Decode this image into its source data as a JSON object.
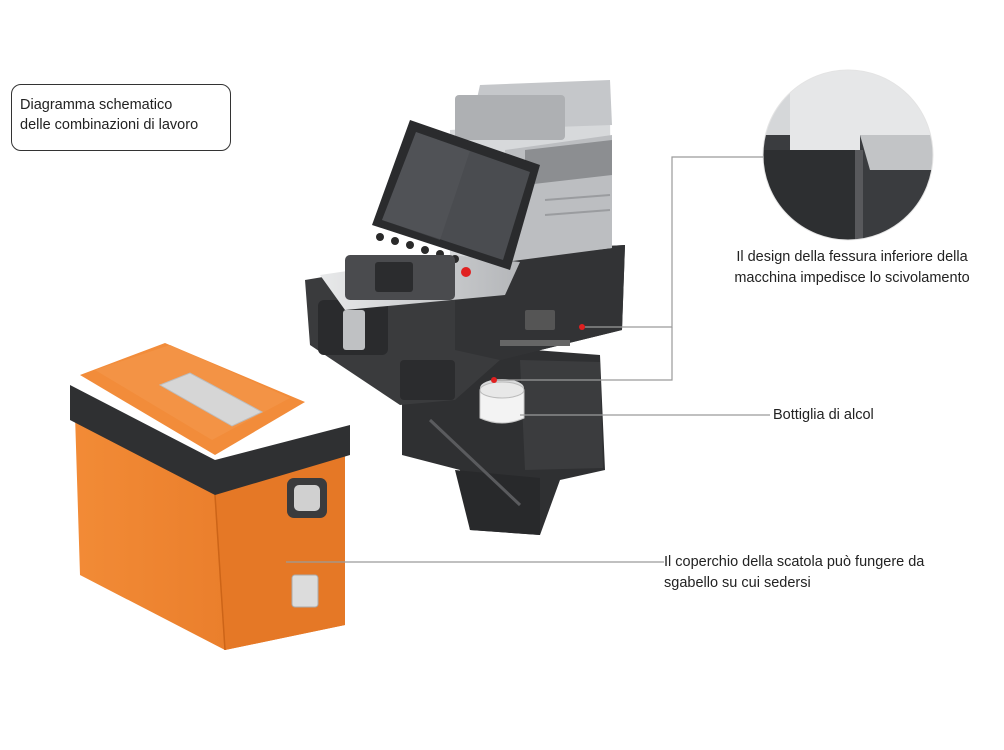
{
  "title": {
    "line1": "Diagramma schematico",
    "line2": "delle combinazioni di lavoro"
  },
  "callouts": {
    "slot": {
      "line1": "Il design della fessura inferiore della",
      "line2": "macchina impedisce lo scivolamento"
    },
    "alcohol": {
      "line1": "Bottiglia di alcol"
    },
    "lid": {
      "line1": "Il coperchio della scatola può fungere da",
      "line2": "sgabello su cui sedersi"
    }
  },
  "colors": {
    "case_orange": "#f0802a",
    "case_dark_orange": "#d8661a",
    "machine_dark": "#3a3b3d",
    "machine_silver": "#c9cbcd",
    "screen": "#4a4c50",
    "leader_line": "#9a9a9a",
    "red_dot": "#e02020"
  }
}
